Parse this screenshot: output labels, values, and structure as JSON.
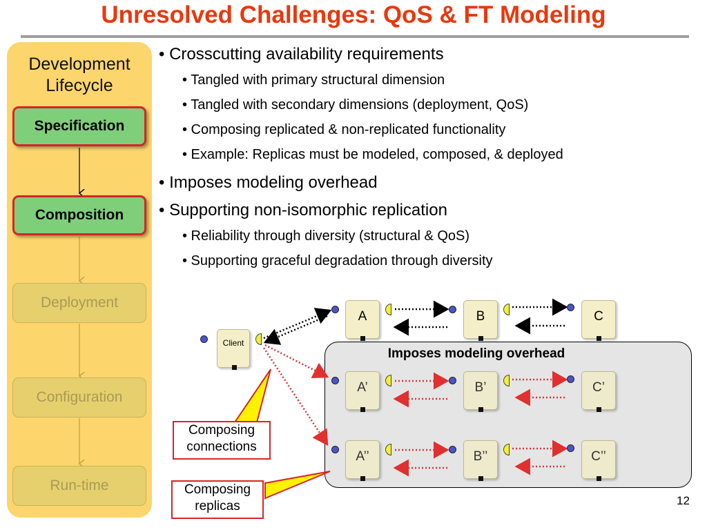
{
  "title": "Unresolved Challenges: QoS & FT Modeling",
  "lifecycle": {
    "heading_line1": "Development",
    "heading_line2": "Lifecycle",
    "phases": [
      {
        "label": "Specification",
        "state": "active"
      },
      {
        "label": "Composition",
        "state": "active"
      },
      {
        "label": "Deployment",
        "state": "inactive"
      },
      {
        "label": "Configuration",
        "state": "inactive"
      },
      {
        "label": "Run-time",
        "state": "inactive"
      }
    ]
  },
  "bullets": [
    {
      "level": 1,
      "text": "• Crosscutting availability requirements"
    },
    {
      "level": 2,
      "text": "• Tangled with primary structural dimension"
    },
    {
      "level": 2,
      "text": "• Tangled with secondary dimensions (deployment, QoS)"
    },
    {
      "level": 2,
      "text": "• Composing replicated & non-replicated functionality"
    },
    {
      "level": 2,
      "text": "• Example: Replicas must be modeled, composed, & deployed"
    },
    {
      "level": 1,
      "text": "• Imposes modeling overhead"
    },
    {
      "level": 1,
      "text": "• Supporting non-isomorphic replication"
    },
    {
      "level": 2,
      "text": "• Reliability through diversity (structural & QoS)"
    },
    {
      "level": 2,
      "text": "• Supporting graceful degradation through diversity"
    }
  ],
  "diagram": {
    "client_label": "Client",
    "primary": [
      "A",
      "B",
      "C"
    ],
    "replica1": [
      "A’",
      "B’",
      "C’"
    ],
    "replica2": [
      "A’’",
      "B’’",
      "C’’"
    ],
    "overhead_label": "Imposes modeling overhead",
    "callout_connections": [
      "Composing",
      "connections"
    ],
    "callout_replicas": [
      "Composing",
      "replicas"
    ]
  },
  "colors": {
    "title": "#e8380d",
    "lifecycle_bg": "#fcd56d",
    "active_phase": "#7fcf7a",
    "inactive_phase": "#e6d06e",
    "highlight_border": "#d8232a",
    "callout_fill": "#fff200"
  },
  "page_number": "12"
}
